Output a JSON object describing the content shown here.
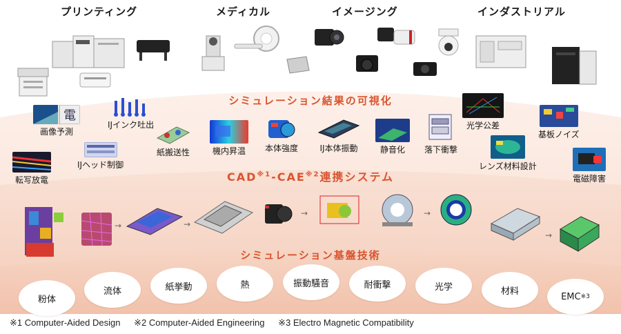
{
  "categories": [
    "プリンティング",
    "メディカル",
    "イメージング",
    "インダストリアル"
  ],
  "colors": {
    "accent": "#d9542f",
    "band_light": "#fbe8df",
    "band_mid": "#f6d3c3",
    "band_dark": "#f1bda6"
  },
  "sections": {
    "visualization_title": "シミュレーション結果の可視化",
    "cad_cae_title": "CAD",
    "cad_cae_sup1": "※1",
    "cad_cae_mid": "-CAE",
    "cad_cae_sup2": "※2",
    "cad_cae_tail": "連携システム",
    "foundation_title": "シミュレーション基盤技術"
  },
  "visualization_items": [
    {
      "label": "画像予測",
      "icon": "image-prediction-icon"
    },
    {
      "label": "転写放電",
      "icon": "transfer-discharge-icon"
    },
    {
      "label": "IJインク吐出",
      "icon": "ink-ejection-icon"
    },
    {
      "label": "IJヘッド制御",
      "icon": "ij-head-control-icon"
    },
    {
      "label": "紙搬送性",
      "icon": "paper-transport-icon"
    },
    {
      "label": "機内昇温",
      "icon": "internal-heating-icon"
    },
    {
      "label": "本体強度",
      "icon": "body-strength-icon"
    },
    {
      "label": "IJ本体振動",
      "icon": "ij-body-vibration-icon"
    },
    {
      "label": "静音化",
      "icon": "noise-reduction-icon"
    },
    {
      "label": "落下衝撃",
      "icon": "drop-impact-icon"
    },
    {
      "label": "光学公差",
      "icon": "optical-tolerance-icon"
    },
    {
      "label": "レンズ材料設計",
      "icon": "lens-material-icon"
    },
    {
      "label": "基板ノイズ",
      "icon": "board-noise-icon"
    },
    {
      "label": "電磁障害",
      "icon": "em-interference-icon"
    }
  ],
  "foundation_items": [
    "粉体",
    "流体",
    "紙挙動",
    "熱",
    "振動騒音",
    "耐衝撃",
    "光学",
    "材料",
    "EMC"
  ],
  "emc_sup": "※3",
  "footnotes": [
    "※1 Computer-Aided Design",
    "※2 Computer-Aided Engineering",
    "※3 Electro Magnetic Compatibility"
  ]
}
